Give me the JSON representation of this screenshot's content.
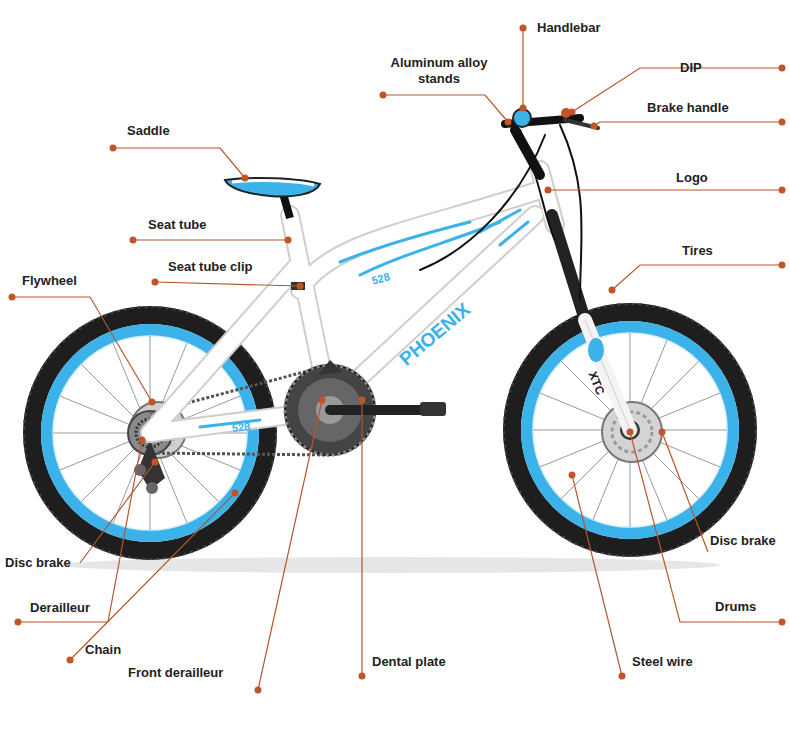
{
  "diagram": {
    "labels": [
      "Handlebar",
      "Aluminum alloy stands",
      "DIP",
      "Brake handle",
      "Saddle",
      "Logo",
      "Seat tube",
      "Tires",
      "Seat tube clip",
      "Flywheel",
      "PHOENIX",
      "528",
      "528",
      "XTC",
      "Disc brake",
      "Disc brake",
      "Derailleur",
      "Drums",
      "Chain",
      "Dental plate",
      "Steel wire",
      "Front derailleur"
    ]
  }
}
